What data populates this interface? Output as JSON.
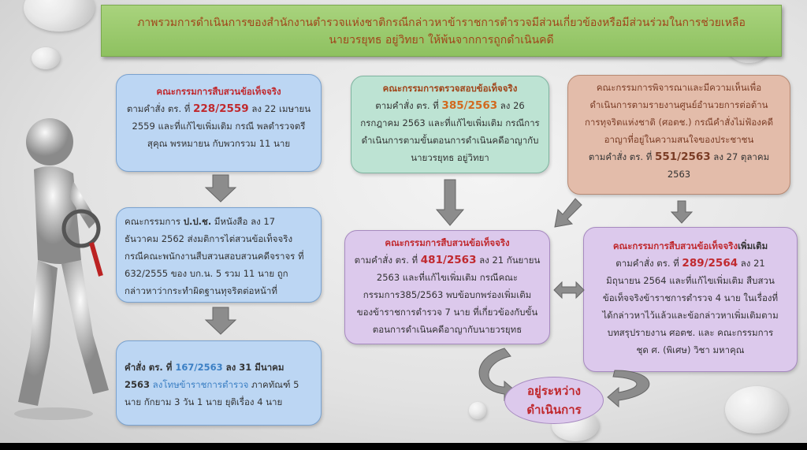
{
  "title": {
    "line1": "ภาพรวมการดำเนินการของสำนักงานตำรวจแห่งชาติกรณีกล่าวหาข้าราชการตำรวจมีส่วนเกี่ยวข้องหรือมีส่วนร่วมในการช่วยเหลือ",
    "line2": "นายวรยุทธ อยู่วิทยา ให้พ้นจากการถูกดำเนินคดี"
  },
  "colors": {
    "title_text": "#a0451a",
    "red": "#c0292e",
    "blue_link": "#3b7fc4",
    "orange": "#d2691e",
    "brown": "#a0451a"
  },
  "boxes": [
    {
      "id": "fact-finding-228",
      "lines": [
        [
          {
            "t": "คณะกรรมการสืบสวนข้อเท็จจริง",
            "c": "#c0292e",
            "b": 1
          }
        ],
        [
          {
            "t": "ตามคำสั่ง ตร. ที่ "
          },
          {
            "t": "228/2559",
            "c": "#c0292e",
            "em": 1
          },
          {
            "t": " ลง 22 เมษายน"
          }
        ],
        [
          {
            "t": "2559 และที่แก้ไขเพิ่มเติม  กรณี พลตำรวจตรี"
          }
        ],
        [
          {
            "t": "สุคุณ  พรหมายน กับพวกรวม 11 นาย"
          }
        ]
      ]
    },
    {
      "id": "nacc-letter",
      "lines": [
        [
          {
            "t": "คณะกรรมการ "
          },
          {
            "t": "ป.ป.ช.",
            "b": 1
          },
          {
            "t": " มีหนังสือ ลง 17"
          }
        ],
        [
          {
            "t": "ธันวาคม 2562 ส่งมติการไต่สวนข้อเท็จจริง"
          }
        ],
        [
          {
            "t": "กรณีคณะพนักงานสืบสวนสอบสวนคดีจราจร ที่"
          }
        ],
        [
          {
            "t": "632/2555 ของ บก.น. 5 รวม 11 นาย ถูก"
          }
        ],
        [
          {
            "t": "กล่าวหาว่ากระทำผิดฐานทุจริตต่อหน้าที่"
          }
        ]
      ]
    },
    {
      "id": "order-167",
      "lines": [
        [
          {
            "t": "คำสั่ง ตร. ที่ ",
            "b": 1
          },
          {
            "t": "167/2563",
            "c": "#3b7fc4",
            "b": 1
          },
          {
            "t": " ลง 31 มีนาคม",
            "b": 1
          }
        ],
        [
          {
            "t": "2563",
            "b": 1
          },
          {
            "t": "  ลงโทษข้าราชการตำรวจ",
            "c": "#3b7fc4"
          },
          {
            "t": " ภาคทัณฑ์ 5"
          }
        ],
        [
          {
            "t": "นาย  กักยาม 3 วัน 1 นาย ยุติเรื่อง 4 นาย"
          }
        ]
      ]
    },
    {
      "id": "inspection-385",
      "lines": [
        [
          {
            "t": "คณะกรรมการตรวจสอบข้อเท็จจริง",
            "c": "#a0451a",
            "b": 1
          }
        ],
        [
          {
            "t": "ตามคำสั่ง ตร. ที่ "
          },
          {
            "t": "385/2563",
            "c": "#d2691e",
            "em": 1
          },
          {
            "t": " ลง 26"
          }
        ],
        [
          {
            "t": "กรกฎาคม 2563 และที่แก้ไขเพิ่มเติม  กรณีการ"
          }
        ],
        [
          {
            "t": "ดำเนินการตามขั้นตอนการดำเนินคดีอาญากับ"
          }
        ],
        [
          {
            "t": "นายวรยุทธ อยู่วิทยา"
          }
        ]
      ]
    },
    {
      "id": "review-551",
      "lines": [
        [
          {
            "t": "คณะกรรมการพิจารณาและมีความเห็นเพื่อ"
          }
        ],
        [
          {
            "t": "ดำเนินการตามรายงานศูนย์อำนวยการต่อต้าน"
          }
        ],
        [
          {
            "t": "การทุจริตแห่งชาติ (ศอตช.) กรณีคำสั่งไม่ฟ้องคดี"
          }
        ],
        [
          {
            "t": "อาญาที่อยู่ในความสนใจของประชาชน"
          }
        ],
        [
          {
            "t": "ตามคำสั่ง ตร. ที่ ",
            "c": "#333"
          },
          {
            "t": "551/2563",
            "c": "#7a3c25",
            "em": 1
          },
          {
            "t": " ลง 27 ตุลาคม",
            "c": "#333"
          }
        ],
        [
          {
            "t": "2563",
            "c": "#333"
          }
        ]
      ]
    },
    {
      "id": "fact-finding-481",
      "lines": [
        [
          {
            "t": "คณะกรรมการสืบสวนข้อเท็จจริง",
            "c": "#c0292e",
            "b": 1
          }
        ],
        [
          {
            "t": "ตามคำสั่ง ตร. ที่ "
          },
          {
            "t": "481/2563",
            "c": "#c0292e",
            "em": 1
          },
          {
            "t": " ลง 21 กันยายน"
          }
        ],
        [
          {
            "t": "2563 และที่แก้ไขเพิ่มเติม กรณีคณะ"
          }
        ],
        [
          {
            "t": "กรรมการ385/2563 พบข้อบกพร่องเพิ่มเติม"
          }
        ],
        [
          {
            "t": "ของข้าราชการตำรวจ 7 นาย ที่เกี่ยวข้องกับขั้น"
          }
        ],
        [
          {
            "t": "ตอนการดำเนินคดีอาญากับนายวรยุทธ"
          }
        ]
      ]
    },
    {
      "id": "fact-finding-289",
      "lines": [
        [
          {
            "t": "คณะกรรมการสืบสวนข้อเท็จจริง",
            "c": "#c0292e",
            "b": 1
          },
          {
            "t": "เพิ่มเติม",
            "b": 1
          }
        ],
        [
          {
            "t": "ตามคำสั่ง ตร. ที่ "
          },
          {
            "t": "289/2564",
            "c": "#c0292e",
            "em": 1
          },
          {
            "t": " ลง 21"
          }
        ],
        [
          {
            "t": "มิถุนายน 2564 และที่แก้ไขเพิ่มเติม สืบสวน"
          }
        ],
        [
          {
            "t": "ข้อเท็จจริงข้าราชการตำรวจ 4 นาย ในเรื่องที่"
          }
        ],
        [
          {
            "t": "ได้กล่าวหาไว้แล้วและข้อกล่าวหาเพิ่มเติมตาม"
          }
        ],
        [
          {
            "t": "บทสรุปรายงาน ศอตช. และ คณะกรรมการ"
          }
        ],
        [
          {
            "t": "ชุด ศ. (พิเศษ) วิชา มหาคุณ"
          }
        ]
      ]
    }
  ],
  "status": {
    "line1": "อยู่ระหว่าง",
    "line2": "ดำเนินการ"
  }
}
